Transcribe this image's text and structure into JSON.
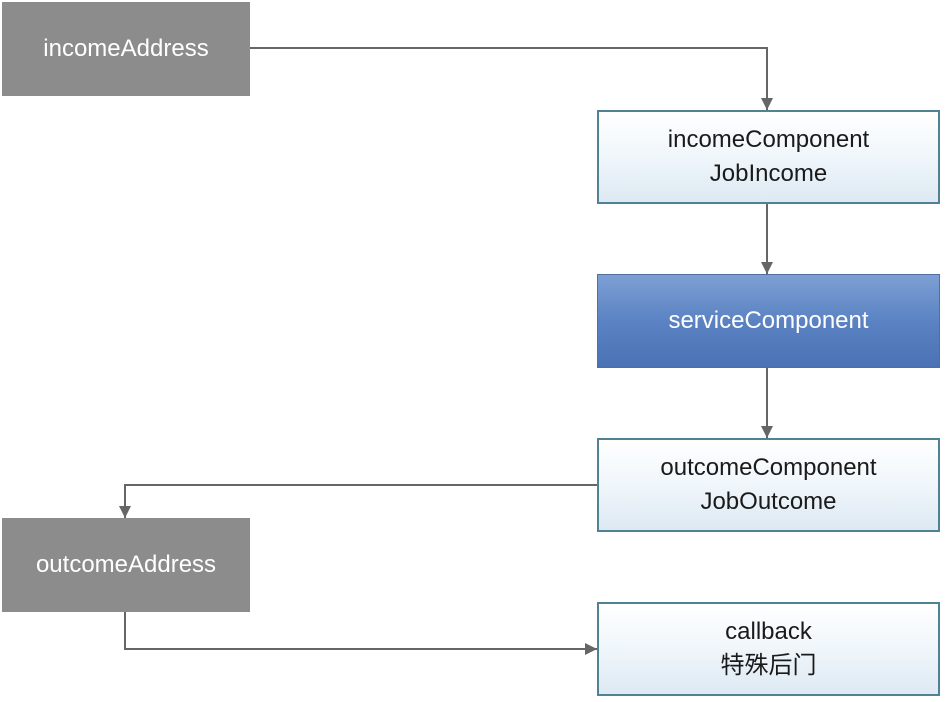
{
  "nodes": {
    "income_address": {
      "label": "incomeAddress"
    },
    "income_component": {
      "line1": "incomeComponent",
      "line2": "JobIncome"
    },
    "service_component": {
      "label": "serviceComponent"
    },
    "outcome_component": {
      "line1": "outcomeComponent",
      "line2": "JobOutcome"
    },
    "outcome_address": {
      "label": "outcomeAddress"
    },
    "callback": {
      "line1": "callback",
      "line2": "特殊后门"
    }
  },
  "colors": {
    "address_fill": "#8c8c8c",
    "component_border": "#4f8393",
    "service_fill": "#5b83c3",
    "edge": "#666666"
  }
}
